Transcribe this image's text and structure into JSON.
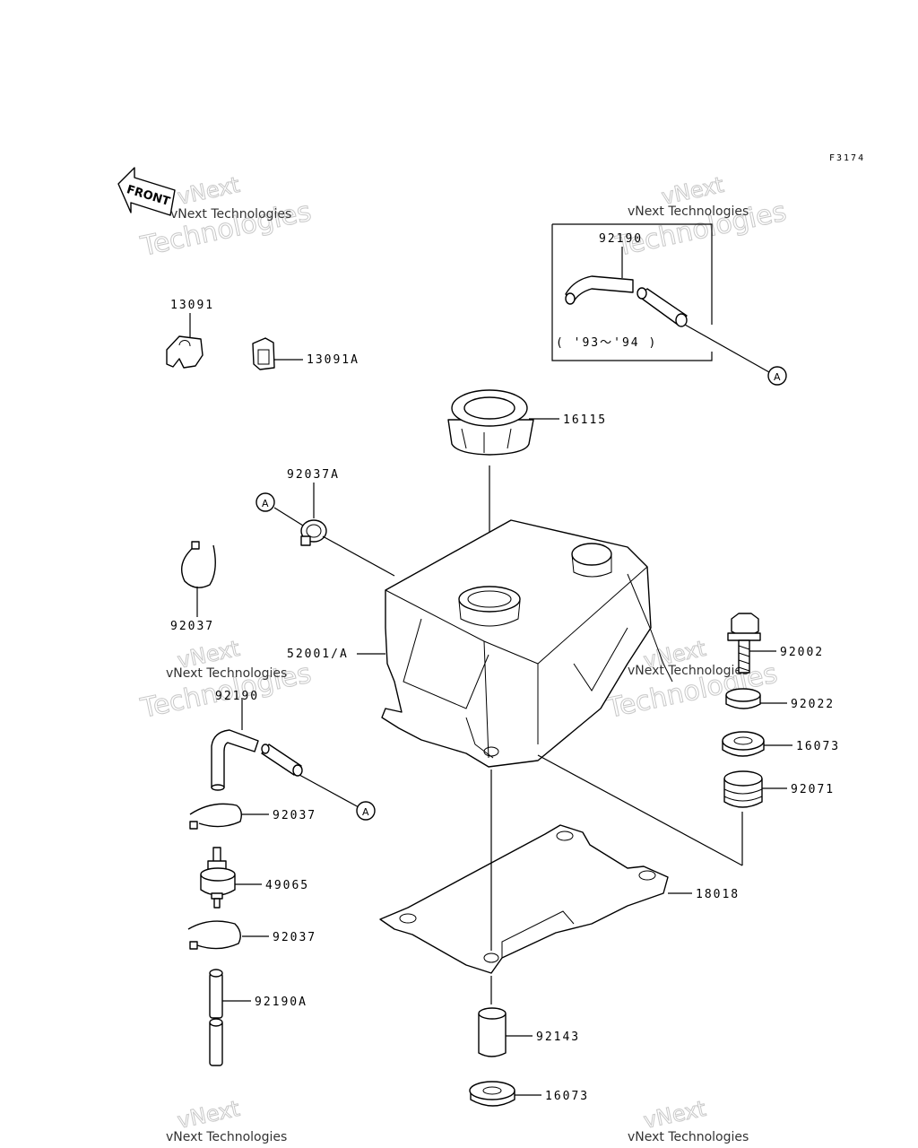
{
  "figure_code": "F3174",
  "front_label": "FRONT",
  "year_note": "( '93～'94 )",
  "ref_a": "A",
  "watermark_name": "vNext",
  "watermark_sub": "Technologies",
  "watermark_full": "vNext Technologies",
  "parts": {
    "p13091": "13091",
    "p13091a": "13091A",
    "p92190_top": "92190",
    "p16115": "16115",
    "p92037a": "92037A",
    "p92037_left": "92037",
    "p52001": "52001/A",
    "p92002": "92002",
    "p92022": "92022",
    "p16073_right": "16073",
    "p92071": "92071",
    "p92190_mid": "92190",
    "p92037_mid": "92037",
    "p49065": "49065",
    "p92037_low": "92037",
    "p18018": "18018",
    "p92190a": "92190A",
    "p92143": "92143",
    "p16073_bottom": "16073"
  }
}
